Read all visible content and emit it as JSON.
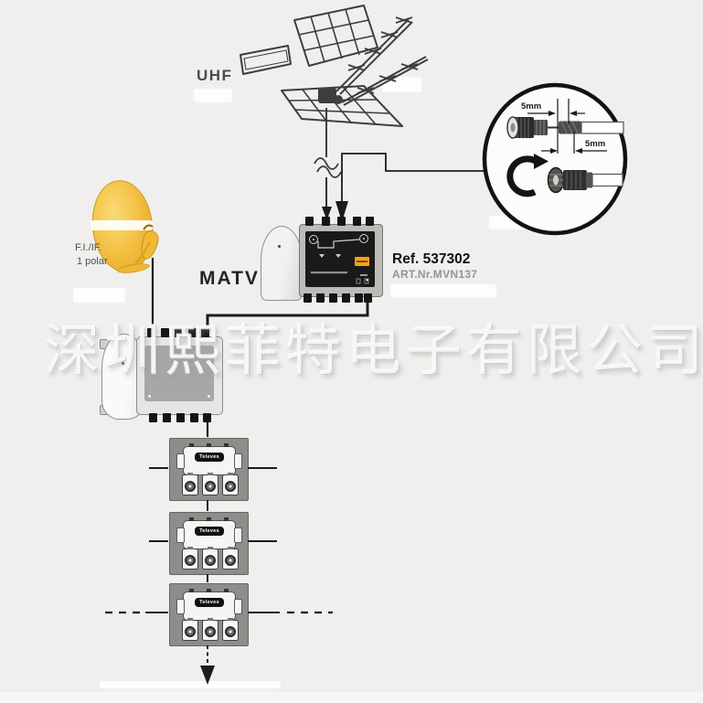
{
  "watermark": {
    "text": "深圳熙菲特电子有限公司"
  },
  "antenna": {
    "label": "UHF"
  },
  "amplifier": {
    "label": "MATV",
    "ref": "Ref. 537302",
    "art_nr": "ART.Nr.MVN137"
  },
  "dish": {
    "label_line1": "F.I./IF.",
    "label_line2": "1 polar"
  },
  "detail_circle": {
    "dim_top": "5mm",
    "dim_bottom": "5mm"
  },
  "outlets": [
    {
      "brand": "Televes"
    },
    {
      "brand": "Televes"
    },
    {
      "brand": "Televes"
    }
  ],
  "colors": {
    "background": "#f0efed",
    "line": "#1c1c1c",
    "dish_yellow": "#f0bb33",
    "brand_orange": "#f6a21a",
    "plate_gray": "#8e8d8b",
    "panel_black": "#1b1a19"
  }
}
